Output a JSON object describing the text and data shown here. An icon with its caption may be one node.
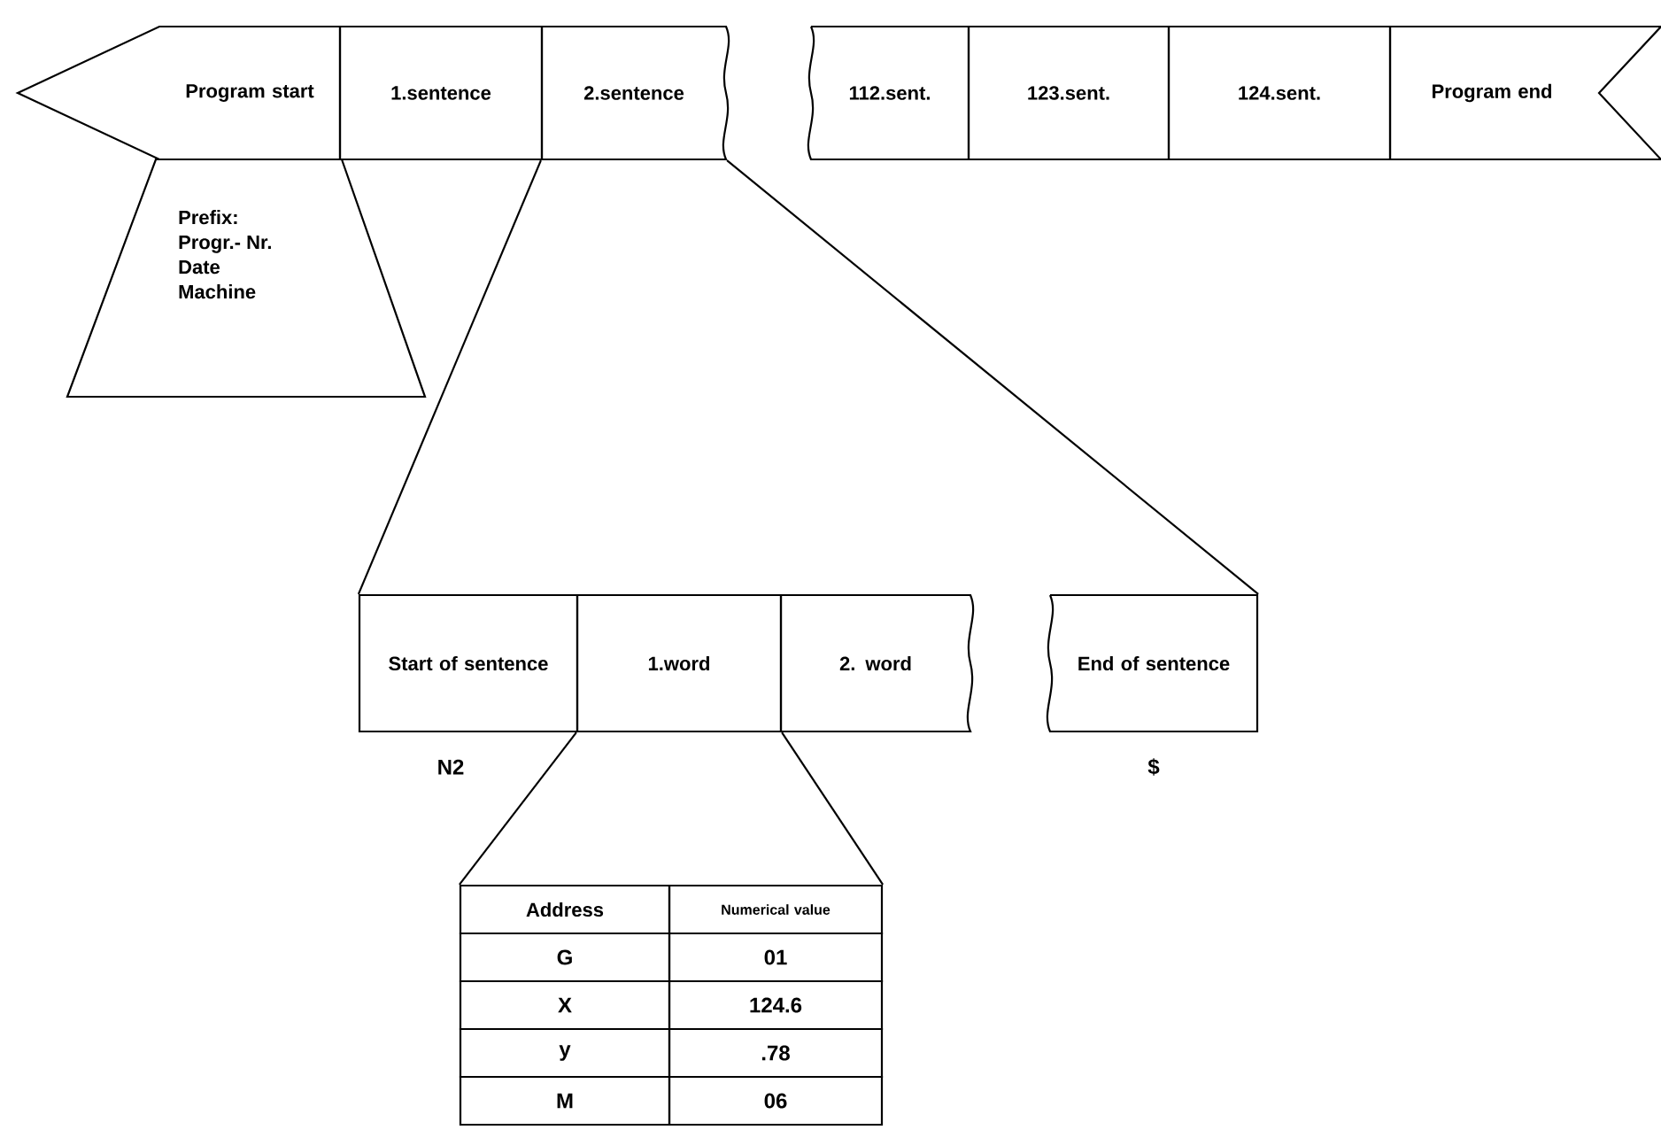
{
  "diagram": {
    "nodes": [
      {
        "text": [
          "Program start"
        ]
      },
      {
        "text": [
          "1.sentence"
        ]
      },
      {
        "text": [
          "2.sentence"
        ]
      },
      {
        "text": [
          "112.sent."
        ]
      },
      {
        "text": [
          "123.sent."
        ]
      },
      {
        "text": [
          "124.sent."
        ]
      },
      {
        "text": [
          "Program end"
        ]
      },
      {
        "text": [
          "Prefix:",
          "Progr.- Nr.",
          "Date",
          "Machine"
        ]
      },
      {
        "text": [
          "Start of sentence"
        ],
        "beside": [
          "N2"
        ]
      },
      {
        "text": [
          "1.word"
        ]
      },
      {
        "text": [
          "2. word"
        ]
      },
      {
        "text": [
          "End of sentence"
        ],
        "beside": [
          "$"
        ]
      },
      {
        "text": [
          "Address"
        ]
      },
      {
        "text": [
          "Numerical value"
        ]
      }
    ],
    "edges": [
      {
        "from": 2,
        "to": 8,
        "arrow": "none"
      },
      {
        "from": 2,
        "to": 11,
        "arrow": "none"
      },
      {
        "from": 9,
        "to": 12,
        "arrow": "none"
      },
      {
        "from": 9,
        "to": 13,
        "arrow": "none"
      }
    ],
    "labels": [
      "G",
      "01",
      "X",
      "124.6",
      "y",
      ".78",
      "M",
      "06"
    ]
  }
}
